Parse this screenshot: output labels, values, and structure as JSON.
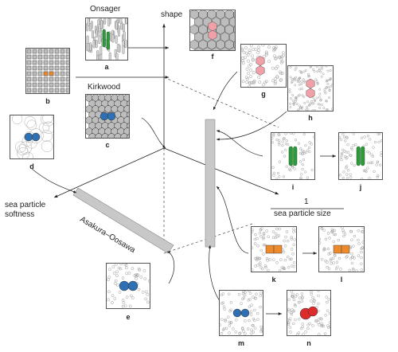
{
  "titles": {
    "onsager": "Onsager",
    "kirkwood": "Kirkwood",
    "asakura_oosawa": "Asakura–Oosawa"
  },
  "axes": {
    "shape": "shape",
    "softness": [
      "sea particle",
      "softness"
    ],
    "size_numerator": "1",
    "size_denominator": "sea particle size"
  },
  "panels": [
    "a",
    "b",
    "c",
    "d",
    "e",
    "f",
    "g",
    "h",
    "i",
    "j",
    "k",
    "l",
    "m",
    "n"
  ],
  "colors": {
    "green": "#2e9a3c",
    "orange": "#ee8a2a",
    "blue": "#2f6fb3",
    "pink": "#f2a0a8",
    "red": "#dd2b2b",
    "grey_bar": "#c8c8c8",
    "particle_grey": "#bdbdbd",
    "sea_outline": "#9a9a9a"
  }
}
